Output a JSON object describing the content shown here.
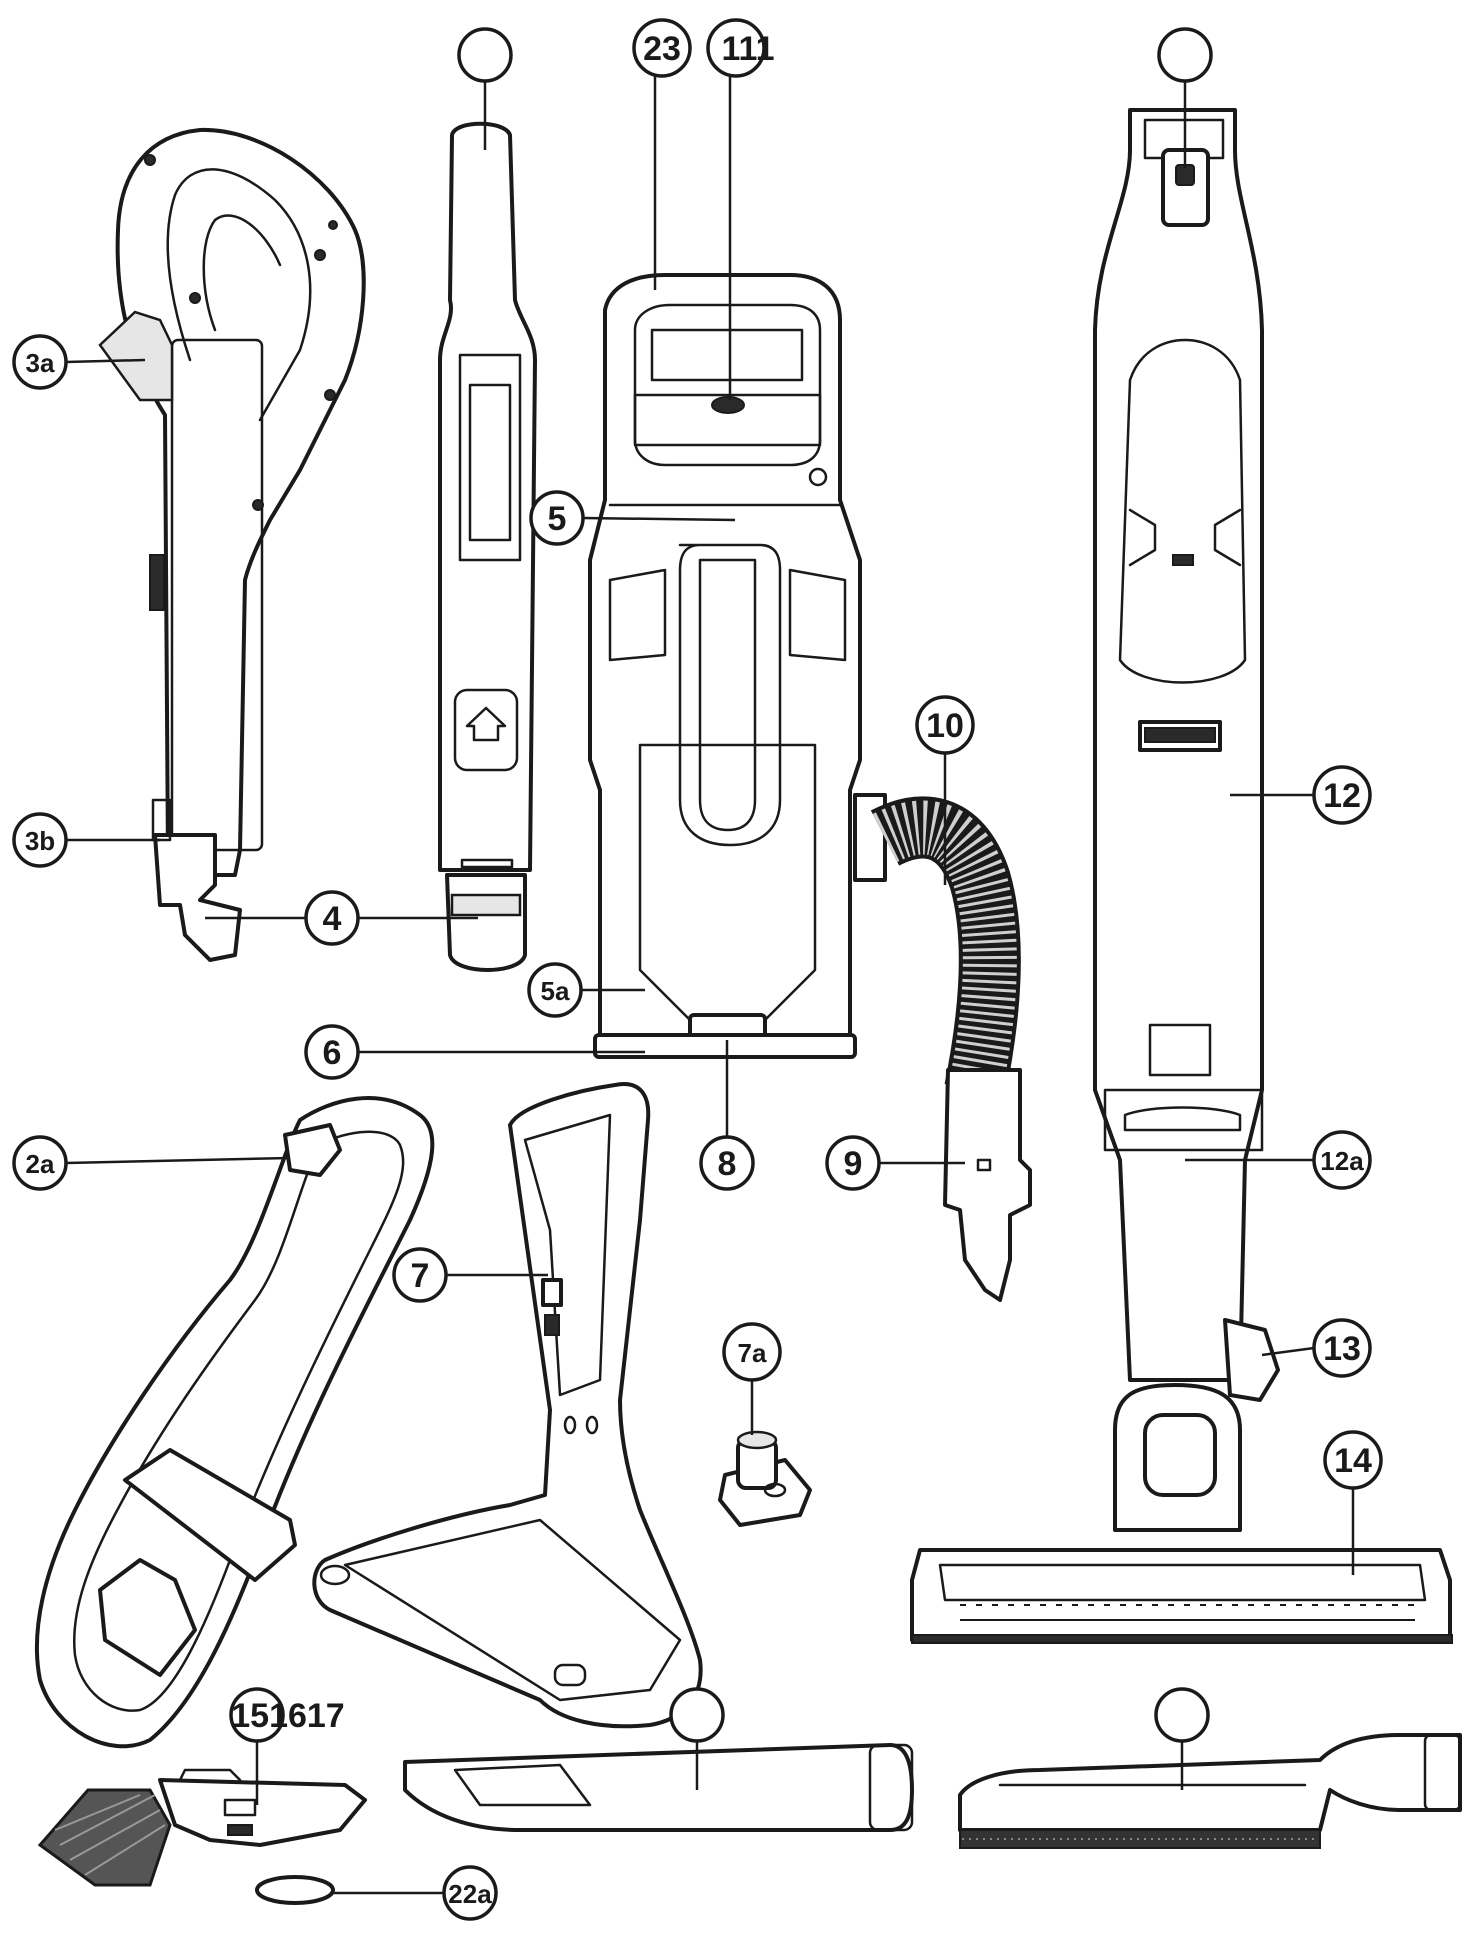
{
  "diagram": {
    "labels": {
      "l23": "23",
      "l111": "111",
      "l3a": "3a",
      "l3b": "3b",
      "l4": "4",
      "l5": "5",
      "l5a": "5a",
      "l6": "6",
      "l8": "8",
      "l9": "9",
      "l10": "10",
      "l12": "12",
      "l12a": "12a",
      "l13": "13",
      "l14": "14",
      "l2a": "2a",
      "l7": "7",
      "l7a": "7a",
      "l151617": "151617",
      "l22a": "22a"
    },
    "colors": {
      "line": "#1a1a1a",
      "background": "#ffffff",
      "shade": "#e6e6e6"
    }
  }
}
